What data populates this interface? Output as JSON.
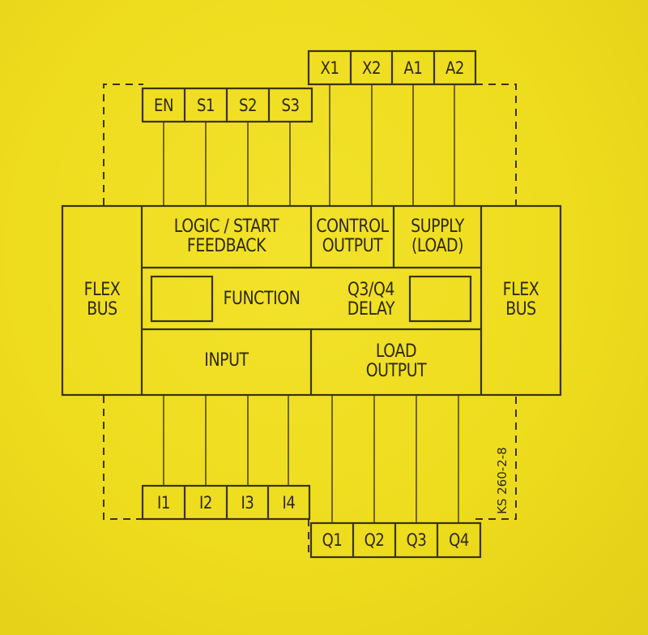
{
  "terminals_top_left": [
    "EN",
    "S1",
    "S2",
    "S3"
  ],
  "terminals_top_right": [
    "X1",
    "X2",
    "A1",
    "A2"
  ],
  "terminals_bottom_left": [
    "I1",
    "I2",
    "I3",
    "I4"
  ],
  "terminals_bottom_right": [
    "Q1",
    "Q2",
    "Q3",
    "Q4"
  ],
  "blocks": {
    "flex_bus_left": "FLEX\nBUS",
    "flex_bus_right": "FLEX\nBUS",
    "logic_start_feedback": "LOGIC / START\nFEEDBACK",
    "control_output": "CONTROL\nOUTPUT",
    "supply_load": "SUPPLY\n(LOAD)",
    "function": "FUNCTION",
    "q3q4_delay": "Q3/Q4\nDELAY",
    "input": "INPUT",
    "load_output": "LOAD\nOUTPUT"
  },
  "model_code": "KS 260-2-8",
  "colors": {
    "background": "#eedc1e",
    "ink": "#3a3416"
  }
}
